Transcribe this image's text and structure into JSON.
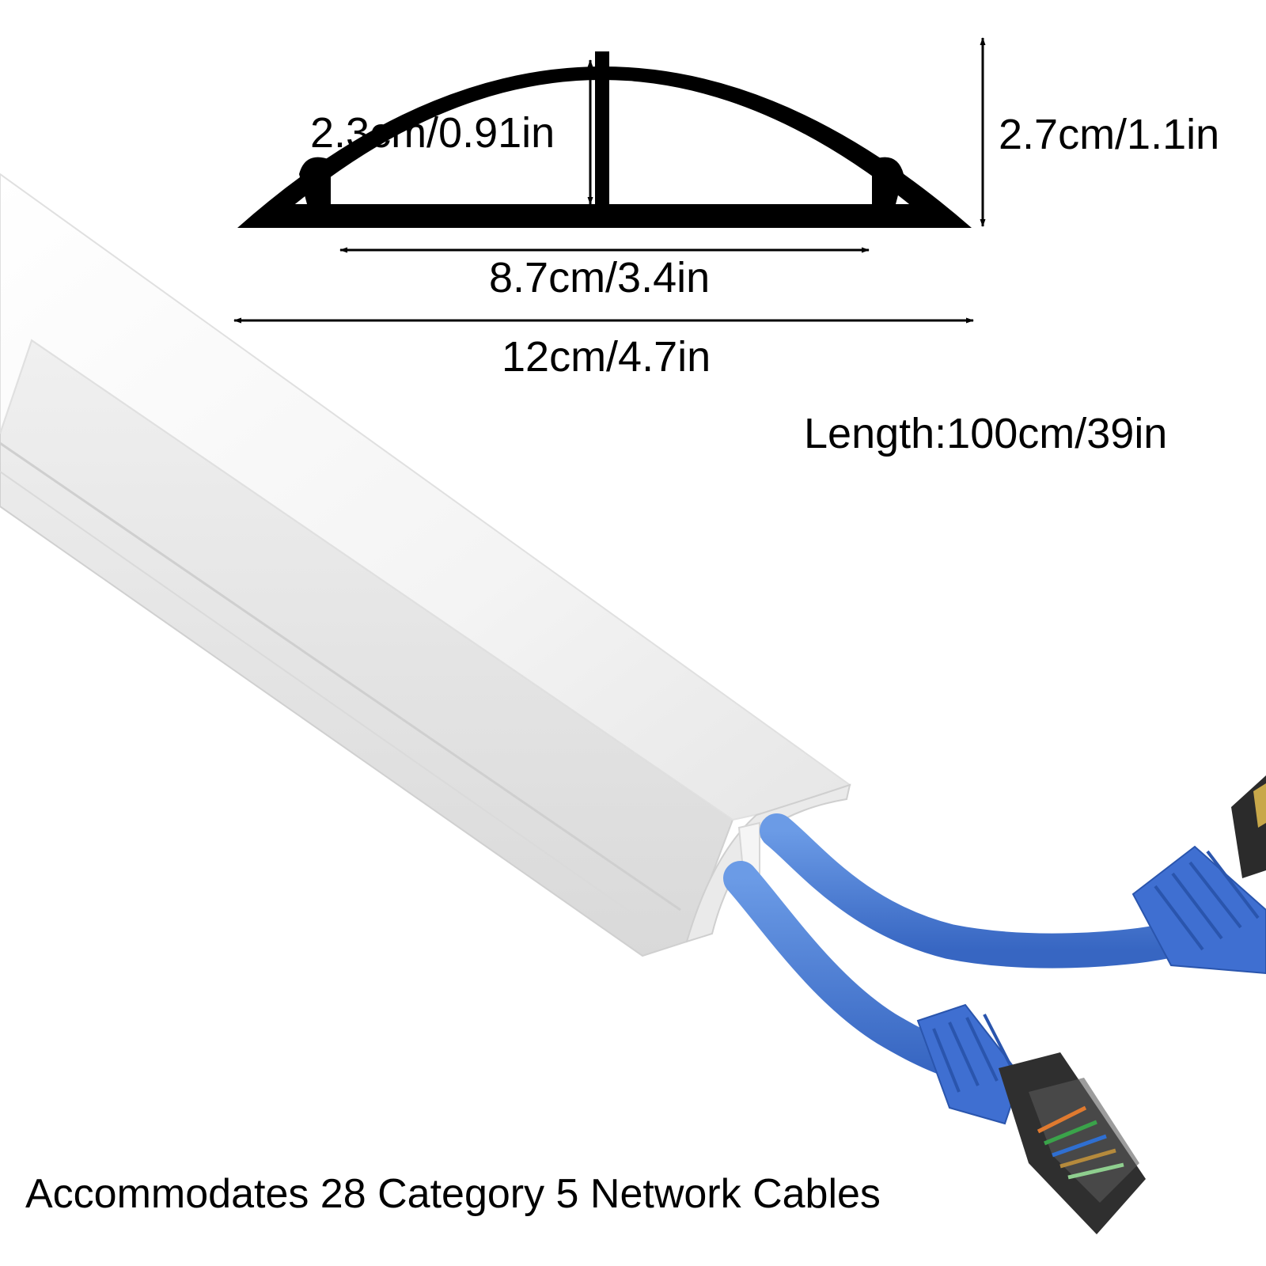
{
  "dimensions": {
    "inner_height": "2.3cm/0.91in",
    "outer_height": "2.7cm/1.1in",
    "inner_width": "8.7cm/3.4in",
    "outer_width": "12cm/4.7in",
    "length": "Length:100cm/39in"
  },
  "caption": "Accommodates 28 Category 5 Network Cables",
  "colors": {
    "profile": "#000000",
    "cover": "#f2f2f2",
    "cable": "#4a7fd6",
    "connector_boot": "#3f6fd1"
  }
}
